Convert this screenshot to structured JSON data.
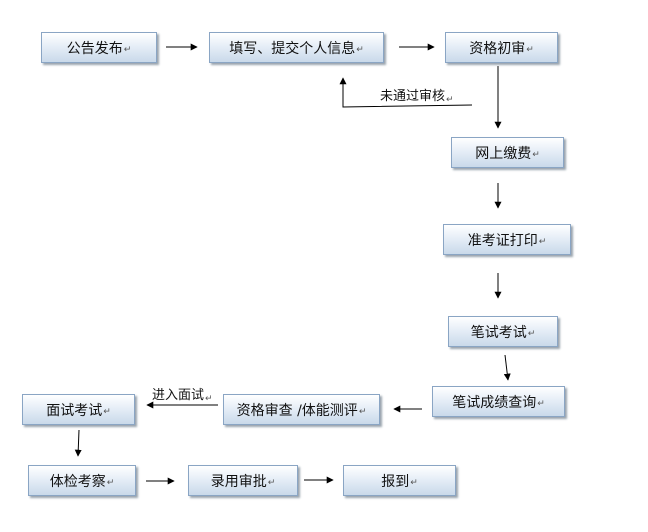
{
  "nodes": {
    "announce": "公告发布",
    "fill_info": "填写、提交个人信息",
    "initial_review": "资格初审",
    "online_pay": "网上缴费",
    "print_admission": "准考证打印",
    "written_exam": "笔试考试",
    "score_query": "笔试成绩查询",
    "qualification_check": "资格审查 /体能测评",
    "interview": "面试考试",
    "physical_exam": "体检考察",
    "hiring_approval": "录用审批",
    "report": "报到"
  },
  "edge_labels": {
    "not_passed": "未通过审核",
    "enter_interview": "进入面试"
  },
  "paragraph_mark": "↵"
}
